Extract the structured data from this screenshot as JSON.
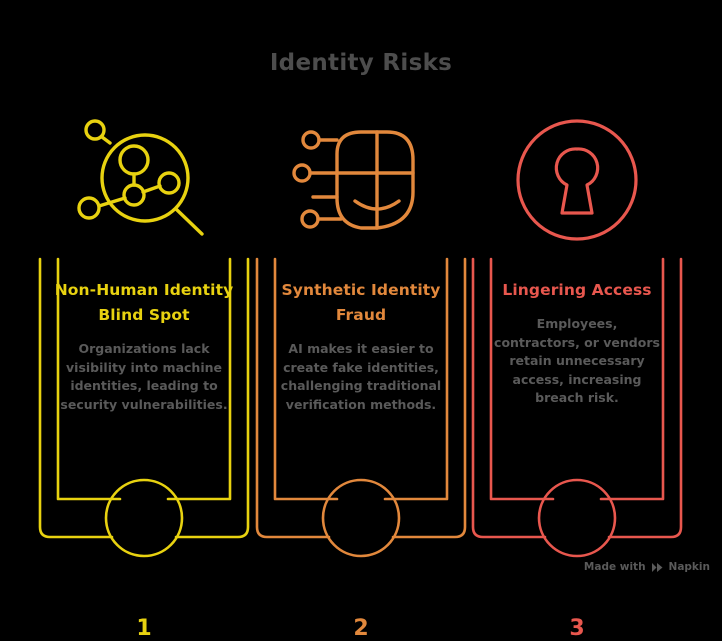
{
  "page": {
    "title": "Identity Risks",
    "background_color": "#000000",
    "title_color": "#4d4d4d",
    "body_text_color": "#5a5a5a"
  },
  "cards": [
    {
      "number": "1",
      "heading": "Non-Human Identity Blind Spot",
      "description": "Organizations lack visibility into machine identities, leading to security vulnerabilities.",
      "color": "#E8D210",
      "icon": "magnifier-network-icon"
    },
    {
      "number": "2",
      "heading": "Synthetic Identity Fraud",
      "description": "AI makes it easier to create fake identities, challenging traditional verification methods.",
      "color": "#E2883C",
      "icon": "ai-face-mask-icon"
    },
    {
      "number": "3",
      "heading": "Lingering Access",
      "description": "Employees, contractors, or vendors retain unnecessary access, increasing breach risk.",
      "color": "#E8574E",
      "icon": "keyhole-circle-icon"
    }
  ],
  "attribution": {
    "prefix": "Made with",
    "brand": "Napkin",
    "mark_color": "#5a5a5a"
  }
}
